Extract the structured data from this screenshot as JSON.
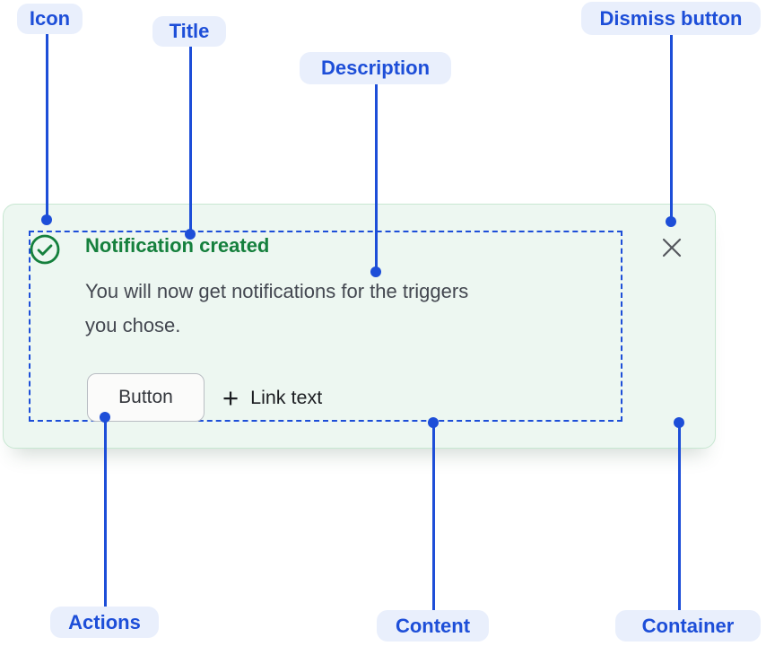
{
  "callouts": {
    "icon": "Icon",
    "title": "Title",
    "description": "Description",
    "dismiss": "Dismiss button",
    "actions": "Actions",
    "content": "Content",
    "container": "Container"
  },
  "notification": {
    "icon_name": "check-circle-icon",
    "title": "Notification created",
    "description_lines": [
      "You will now get notifications for the triggers",
      "you chose."
    ],
    "button_label": "Button",
    "link_plus": "+",
    "link_label": "Link text",
    "dismiss_icon_name": "close-icon"
  },
  "colors": {
    "annotation_blue": "#1d4ed8",
    "annotation_label_bg": "#e9effc",
    "success_green": "#15803d",
    "card_background": "#edf7f1",
    "card_border": "#c8e7d2",
    "description_text": "#434750",
    "dismiss_gray": "#55585e"
  }
}
